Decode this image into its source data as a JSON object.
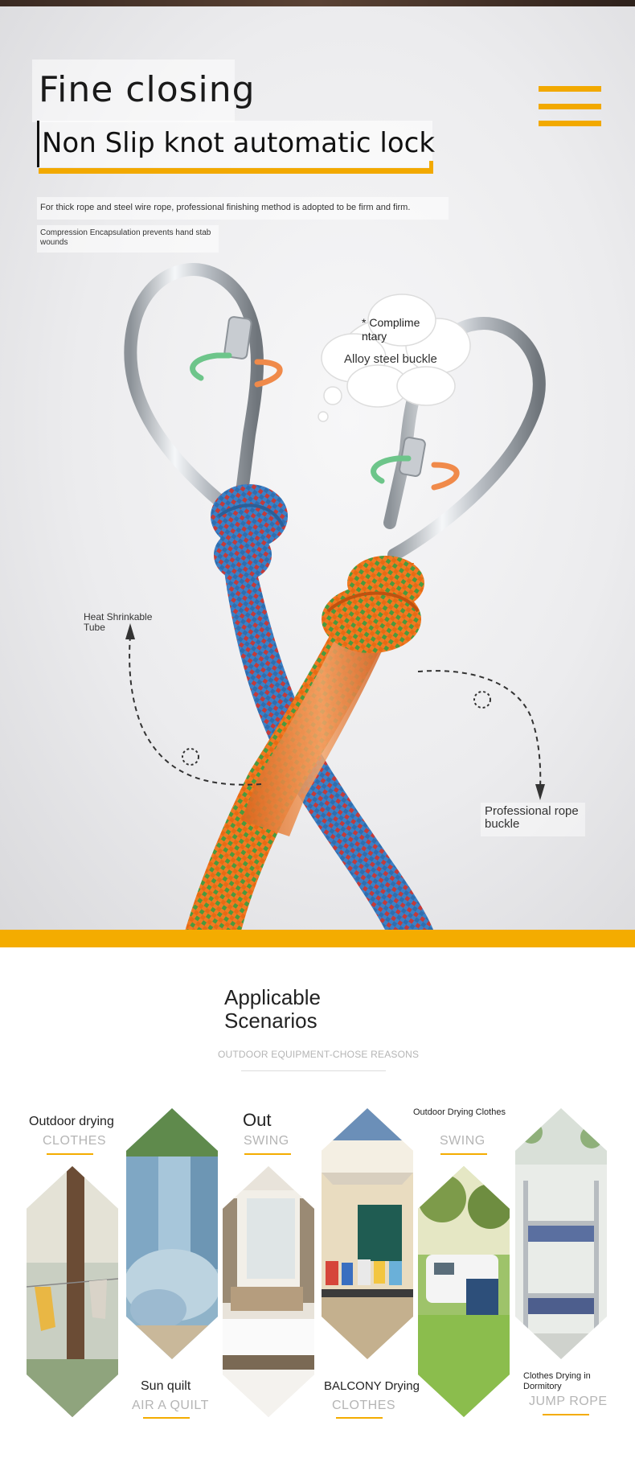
{
  "hero": {
    "title": "Fine closing",
    "subtitle": "Non Slip knot automatic lock",
    "desc_primary": "For thick rope and steel wire rope, professional finishing method is adopted to be firm and firm.",
    "desc_secondary": "Compression Encapsulation prevents hand stab wounds",
    "cloud_note": "* Complime ntary",
    "cloud_label": "Alloy steel buckle",
    "label_left": "Heat Shrinkable Tube",
    "label_right": "Professional rope buckle",
    "colors": {
      "accent": "#f4ac00",
      "blue_rope": "#3b7fc4",
      "orange_rope": "#f07a22"
    }
  },
  "scenarios": {
    "title": "Applicable Scenarios",
    "subtitle": "OUTDOOR EQUIPMENT-CHOSE  REASONS",
    "items": [
      {
        "caption": "Outdoor drying",
        "sub": "CLOTHES",
        "image": "clothes-drying-photo"
      },
      {
        "caption": "Sun quilt",
        "sub": "AIR A QUILT",
        "image": "quilt-photo"
      },
      {
        "caption": "Out",
        "sub": "SWING",
        "image": "hotel-room-photo"
      },
      {
        "caption": "BALCONY Drying",
        "sub": "CLOTHES",
        "image": "balcony-photo"
      },
      {
        "caption": "Outdoor Drying Clothes",
        "sub": "SWING",
        "image": "camping-photo"
      },
      {
        "caption": "Clothes Drying in Dormitory",
        "sub": "JUMP ROPE",
        "image": "dormitory-photo"
      }
    ]
  }
}
